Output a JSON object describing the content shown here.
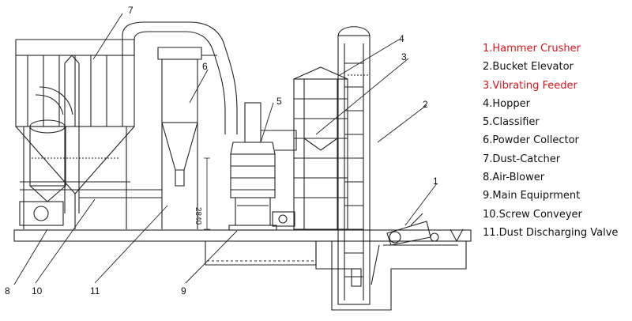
{
  "diagram": {
    "callouts": [
      "1",
      "2",
      "3",
      "4",
      "5",
      "6",
      "7",
      "8",
      "9",
      "10",
      "11"
    ],
    "dimension_label": "2840"
  },
  "legend": {
    "items": [
      {
        "text": "1.Hammer Crusher",
        "color": "#d8161c"
      },
      {
        "text": "2.Bucket Elevator",
        "color": "#111111"
      },
      {
        "text": "3.Vibrating Feeder",
        "color": "#d8161c"
      },
      {
        "text": "4.Hopper",
        "color": "#111111"
      },
      {
        "text": "5.Classifier",
        "color": "#111111"
      },
      {
        "text": "6.Powder Collector",
        "color": "#111111"
      },
      {
        "text": "7.Dust-Catcher",
        "color": "#111111"
      },
      {
        "text": "8.Air-Blower",
        "color": "#111111"
      },
      {
        "text": "9.Main Equiprment",
        "color": "#111111"
      },
      {
        "text": "10.Screw Conveyer",
        "color": "#111111"
      },
      {
        "text": "11.Dust Discharging Valve",
        "color": "#111111"
      }
    ]
  }
}
